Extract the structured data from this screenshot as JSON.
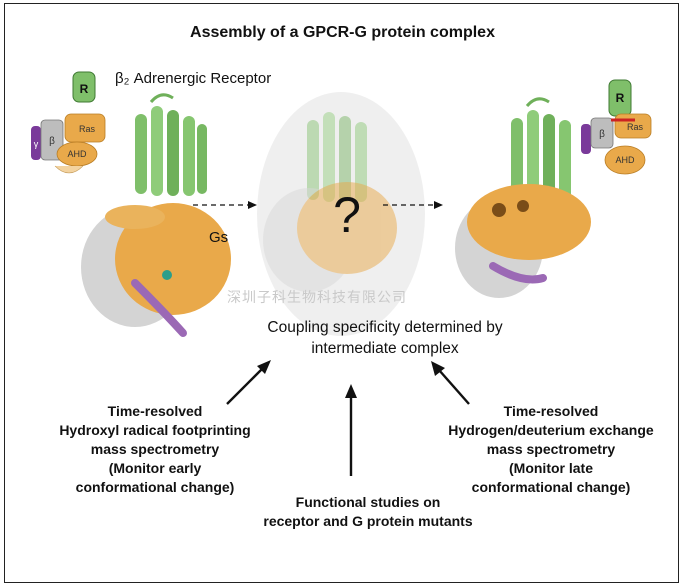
{
  "title": "Assembly of a GPCR-G protein complex",
  "receptor_label": "β₂ Adrenergic Receptor",
  "gs_label": "Gs",
  "question_mark": "?",
  "coupling_text": [
    "Coupling specificity determined by",
    "intermediate complex"
  ],
  "left_method": [
    "Time-resolved",
    "Hydroxyl radical footprinting",
    "mass spectrometry",
    "(Monitor early",
    "conformational change)"
  ],
  "right_method": [
    "Time-resolved",
    "Hydrogen/deuterium exchange",
    "mass spectrometry",
    "(Monitor late",
    "conformational change)"
  ],
  "bottom_method": [
    "Functional studies on",
    "receptor and G protein mutants"
  ],
  "schematic_labels": {
    "receptor": "R",
    "beta": "β",
    "gamma": "γ",
    "ras": "Ras",
    "ahd": "AHD"
  },
  "watermark": "深圳子科生物科技有限公司",
  "colors": {
    "receptor": "#7fbf6a",
    "gs_alpha": "#e9a94a",
    "beta": "#bdbdbd",
    "gamma": "#7a3a9a",
    "dark_gamma": "#6b2a8a"
  }
}
